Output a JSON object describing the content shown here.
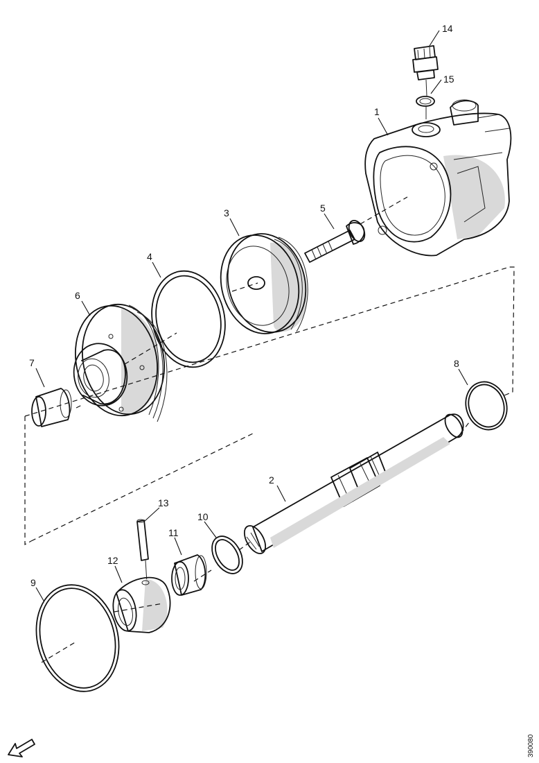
{
  "callouts": [
    {
      "id": "1",
      "label": "1"
    },
    {
      "id": "2",
      "label": "2"
    },
    {
      "id": "3",
      "label": "3"
    },
    {
      "id": "4",
      "label": "4"
    },
    {
      "id": "5",
      "label": "5"
    },
    {
      "id": "6",
      "label": "6"
    },
    {
      "id": "7",
      "label": "7"
    },
    {
      "id": "8",
      "label": "8"
    },
    {
      "id": "9",
      "label": "9"
    },
    {
      "id": "10",
      "label": "10"
    },
    {
      "id": "11",
      "label": "11"
    },
    {
      "id": "12",
      "label": "12"
    },
    {
      "id": "13",
      "label": "13"
    },
    {
      "id": "14",
      "label": "14"
    },
    {
      "id": "15",
      "label": "15"
    }
  ],
  "figure_ref": "390080",
  "icons": {
    "direction_arrow": "arrow-down-left-icon"
  }
}
